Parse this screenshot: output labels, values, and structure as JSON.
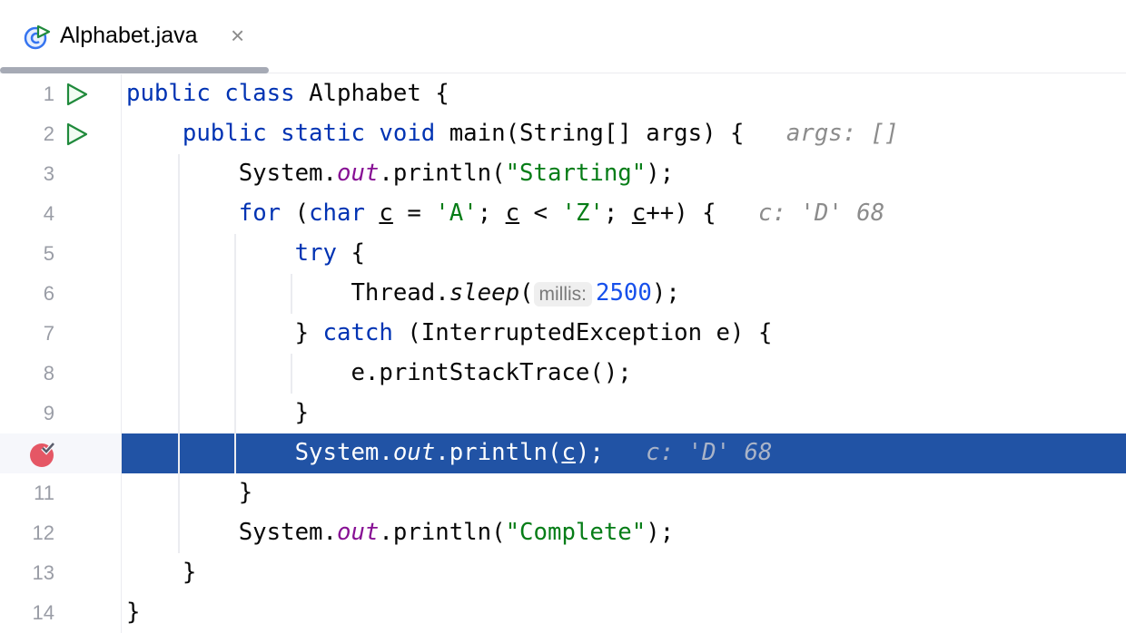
{
  "tab": {
    "title": "Alphabet.java",
    "close": "×",
    "icon": "java-class-runnable-icon"
  },
  "colors": {
    "keyword": "#0033b3",
    "string": "#067d17",
    "field": "#871094",
    "number": "#1750eb",
    "selection": "#2153a5",
    "breakpoint": "#e55765"
  },
  "current_line": 10,
  "lines": [
    {
      "n": "1",
      "gutter": "run",
      "tokens": [
        [
          "kw",
          "public class "
        ],
        [
          "",
          "Alphabet {"
        ]
      ]
    },
    {
      "n": "2",
      "gutter": "run",
      "tokens": [
        [
          "",
          "    "
        ],
        [
          "kw",
          "public static void "
        ],
        [
          "",
          "main(String[] args) {"
        ],
        [
          "hint",
          "   args: []"
        ]
      ]
    },
    {
      "n": "3",
      "tokens": [
        [
          "",
          "        System."
        ],
        [
          "fld",
          "out"
        ],
        [
          "",
          ".println("
        ],
        [
          "str",
          "\"Starting\""
        ],
        [
          "",
          ");"
        ]
      ]
    },
    {
      "n": "4",
      "tokens": [
        [
          "",
          "        "
        ],
        [
          "kw",
          "for "
        ],
        [
          "",
          "("
        ],
        [
          "kw",
          "char "
        ],
        [
          "u",
          "c"
        ],
        [
          "",
          " = "
        ],
        [
          "str",
          "'A'"
        ],
        [
          "",
          "; "
        ],
        [
          "u",
          "c"
        ],
        [
          "",
          " < "
        ],
        [
          "str",
          "'Z'"
        ],
        [
          "",
          "; "
        ],
        [
          "u",
          "c"
        ],
        [
          "",
          "++) {"
        ],
        [
          "hint",
          "   c: 'D' 68"
        ]
      ]
    },
    {
      "n": "5",
      "tokens": [
        [
          "",
          "            "
        ],
        [
          "kw",
          "try "
        ],
        [
          "",
          "{"
        ]
      ]
    },
    {
      "n": "6",
      "tokens": [
        [
          "",
          "                Thread."
        ],
        [
          "it",
          "sleep"
        ],
        [
          "",
          "("
        ],
        [
          "phint",
          "millis:"
        ],
        [
          "num",
          "2500"
        ],
        [
          "",
          ");"
        ]
      ]
    },
    {
      "n": "7",
      "tokens": [
        [
          "",
          "            } "
        ],
        [
          "kw",
          "catch "
        ],
        [
          "",
          "(InterruptedException e) {"
        ]
      ]
    },
    {
      "n": "8",
      "tokens": [
        [
          "",
          "                e.printStackTrace();"
        ]
      ]
    },
    {
      "n": "9",
      "tokens": [
        [
          "",
          "            }"
        ]
      ]
    },
    {
      "n": "",
      "gutter": "breakpoint",
      "tokens": [
        [
          "",
          "            System."
        ],
        [
          "it",
          "out"
        ],
        [
          "",
          ".println("
        ],
        [
          "u",
          "c"
        ],
        [
          "",
          ");"
        ],
        [
          "hint",
          "   c: 'D' 68"
        ]
      ]
    },
    {
      "n": "11",
      "tokens": [
        [
          "",
          "        }"
        ]
      ]
    },
    {
      "n": "12",
      "tokens": [
        [
          "",
          "        System."
        ],
        [
          "fld",
          "out"
        ],
        [
          "",
          ".println("
        ],
        [
          "str",
          "\"Complete\""
        ],
        [
          "",
          ");"
        ]
      ]
    },
    {
      "n": "13",
      "tokens": [
        [
          "",
          "    }"
        ]
      ]
    },
    {
      "n": "14",
      "tokens": [
        [
          "",
          "}"
        ]
      ]
    }
  ]
}
